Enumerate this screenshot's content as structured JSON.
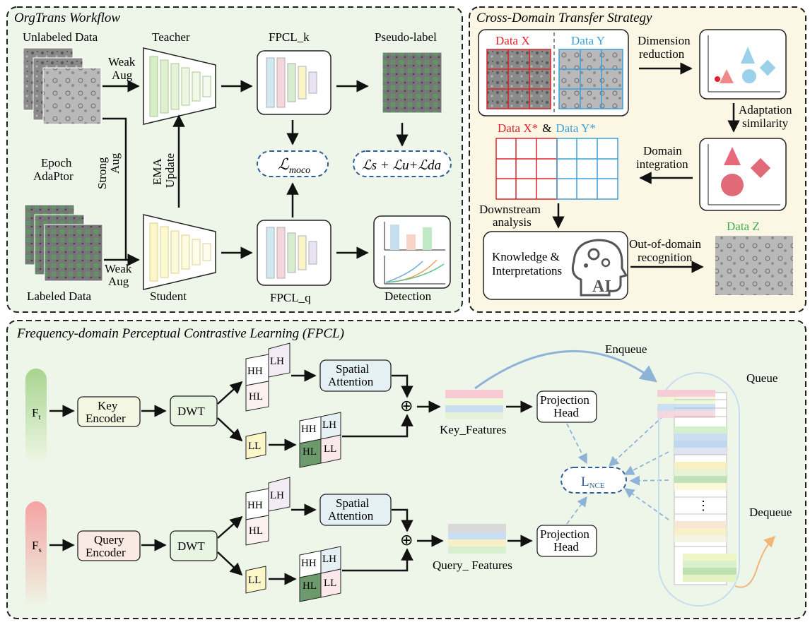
{
  "panels": {
    "workflow_title": "OrgTrans Workflow",
    "transfer_title": "Cross-Domain Transfer Strategy",
    "fpcl_title": "Frequency-domain Perceptual Contrastive Learning (FPCL)"
  },
  "workflow": {
    "unlabeled": "Unlabeled Data",
    "labeled": "Labeled Data",
    "teacher": "Teacher",
    "student": "Student",
    "fpcl_k": "FPCL_k",
    "fpcl_q": "FPCL_q",
    "pseudo_label": "Pseudo-label",
    "detection": "Detection",
    "weak": "Weak",
    "aug": "Aug",
    "strong": "Strong",
    "epoch": "Epoch",
    "adaptor": "AdaPtor",
    "ema": "EMA",
    "update": "Update",
    "loss_moco_main": "ℒ",
    "loss_moco_sub": "moco",
    "loss_sum": "ℒs + ℒu+ℒda"
  },
  "transfer": {
    "data_x": "Data X",
    "data_y": "Data Y",
    "data_x_star": "Data X*",
    "amp": "&",
    "data_y_star": "Data Y*",
    "dim_1": "Dimension",
    "dim_2": "reduction",
    "adapt_1": "Adaptation",
    "adapt_2": "similarity",
    "domain_1": "Domain",
    "domain_2": "integration",
    "down_1": "Downstream",
    "down_2": "analysis",
    "know_1": "Knowledge &",
    "know_2": "Interpretations",
    "ai": "AI",
    "ood_1": "Out-of-domain",
    "ood_2": "recognition",
    "data_z": "Data Z"
  },
  "fpcl": {
    "ft": "F",
    "ft_sub": "t",
    "fs": "F",
    "fs_sub": "s",
    "key_encoder_1": "Key",
    "key_encoder_2": "Encoder",
    "query_encoder_1": "Query",
    "query_encoder_2": "Encoder",
    "dwt": "DWT",
    "hh": "HH",
    "lh": "LH",
    "hl": "HL",
    "ll": "LL",
    "spatial_1": "Spatial",
    "spatial_2": "Attention",
    "oplus": "⊕",
    "key_features": "Key_Features",
    "query_features": "Query_ Features",
    "proj_1": "Projection",
    "proj_2": "Head",
    "enqueue": "Enqueue",
    "dequeue": "Dequeue",
    "queue": "Queue",
    "lnce": "L",
    "lnce_sub": "NCE",
    "dots": "⋮"
  },
  "colors": {
    "panel_fill": "#eef6ea",
    "panel_fill_right": "#fbf7e4",
    "red": "#e0202a",
    "blue": "#3aa0d8",
    "green": "#3cb04a",
    "dash_blue": "#2f5f95"
  }
}
